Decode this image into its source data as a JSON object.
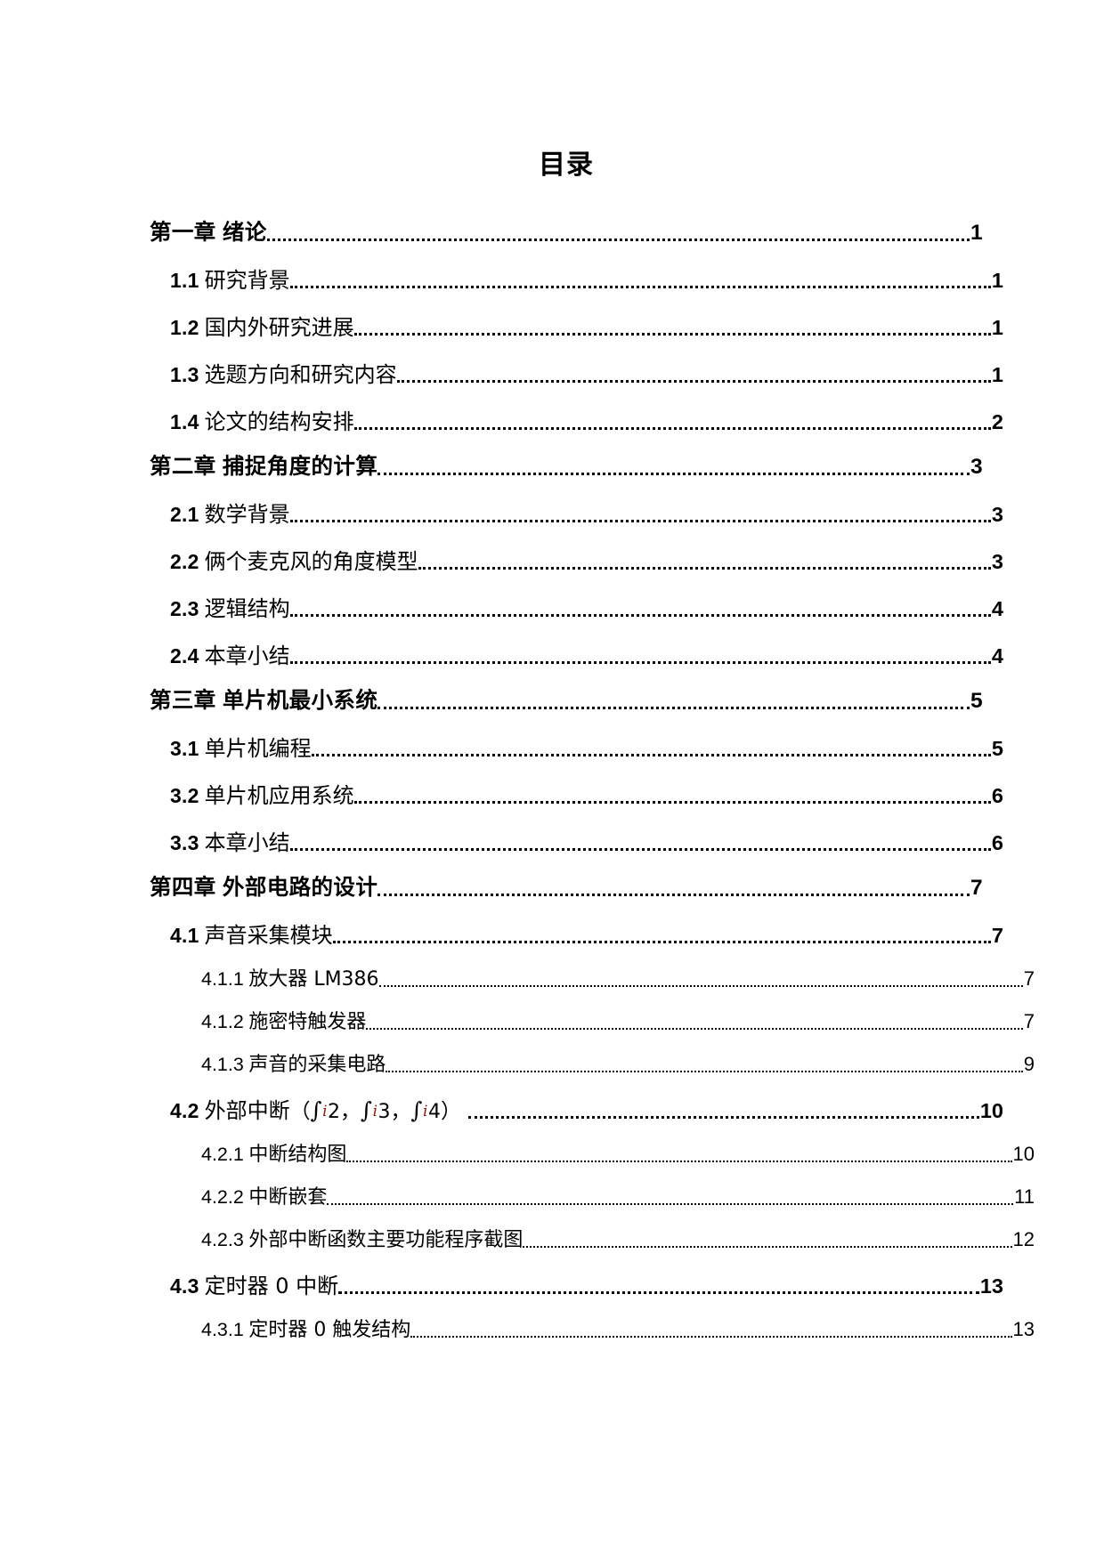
{
  "document": {
    "title": "目录"
  },
  "toc": {
    "entries": [
      {
        "level": 1,
        "num": "第一章",
        "text": "绪论",
        "page": "1"
      },
      {
        "level": 2,
        "num": "1.1",
        "text": "研究背景",
        "page": "1"
      },
      {
        "level": 2,
        "num": "1.2",
        "text": "国内外研究进展",
        "page": "1"
      },
      {
        "level": 2,
        "num": "1.3",
        "text": "选题方向和研究内容",
        "page": "1"
      },
      {
        "level": 2,
        "num": "1.4",
        "text": "论文的结构安排",
        "page": "2"
      },
      {
        "level": 1,
        "num": "第二章",
        "text": "捕捉角度的计算",
        "page": "3"
      },
      {
        "level": 2,
        "num": "2.1",
        "text": "数学背景",
        "page": "3"
      },
      {
        "level": 2,
        "num": "2.2",
        "text": "俩个麦克风的角度模型",
        "page": "3"
      },
      {
        "level": 2,
        "num": "2.3",
        "text": "逻辑结构",
        "page": "4"
      },
      {
        "level": 2,
        "num": "2.4",
        "text": "本章小结",
        "page": "4"
      },
      {
        "level": 1,
        "num": "第三章",
        "text": "单片机最小系统",
        "page": "5"
      },
      {
        "level": 2,
        "num": "3.1",
        "text": "单片机编程",
        "page": "5"
      },
      {
        "level": 2,
        "num": "3.2",
        "text": "单片机应用系统",
        "page": "6"
      },
      {
        "level": 2,
        "num": "3.3",
        "text": "本章小结",
        "page": "6"
      },
      {
        "level": 1,
        "num": "第四章",
        "text": "外部电路的设计",
        "page": "7"
      },
      {
        "level": 2,
        "num": "4.1",
        "text": "声音采集模块",
        "page": "7"
      },
      {
        "level": 3,
        "num": "4.1.1",
        "text": "放大器 LM386",
        "page": "7"
      },
      {
        "level": 3,
        "num": "4.1.2",
        "text": "施密特触发器",
        "page": "7"
      },
      {
        "level": 3,
        "num": "4.1.3",
        "text": "声音的采集电路",
        "page": "9"
      },
      {
        "level": 2,
        "num": "4.2",
        "text": "外部中断（∫i2，∫i3，∫i4）",
        "math": true,
        "page": "10"
      },
      {
        "level": 3,
        "num": "4.2.1",
        "text": "中断结构图",
        "page": "10"
      },
      {
        "level": 3,
        "num": "4.2.2",
        "text": "中断嵌套",
        "page": "11"
      },
      {
        "level": 3,
        "num": "4.2.3",
        "text": "外部中断函数主要功能程序截图",
        "page": "12"
      },
      {
        "level": 2,
        "num": "4.3",
        "text": "定时器 0 中断",
        "page": "13"
      },
      {
        "level": 3,
        "num": "4.3.1",
        "text": "定时器 0 触发结构",
        "page": "13"
      }
    ],
    "math_entry": {
      "prefix": "外部中断",
      "open_paren": "（",
      "integral": "∫",
      "sub_i": "i",
      "indices": [
        "2",
        "3",
        "4"
      ],
      "separator": "，",
      "close_paren": "）"
    },
    "leader_char": "."
  },
  "colors": {
    "text": "#000000",
    "accent_red": "#8b1a12",
    "background": "#ffffff"
  }
}
